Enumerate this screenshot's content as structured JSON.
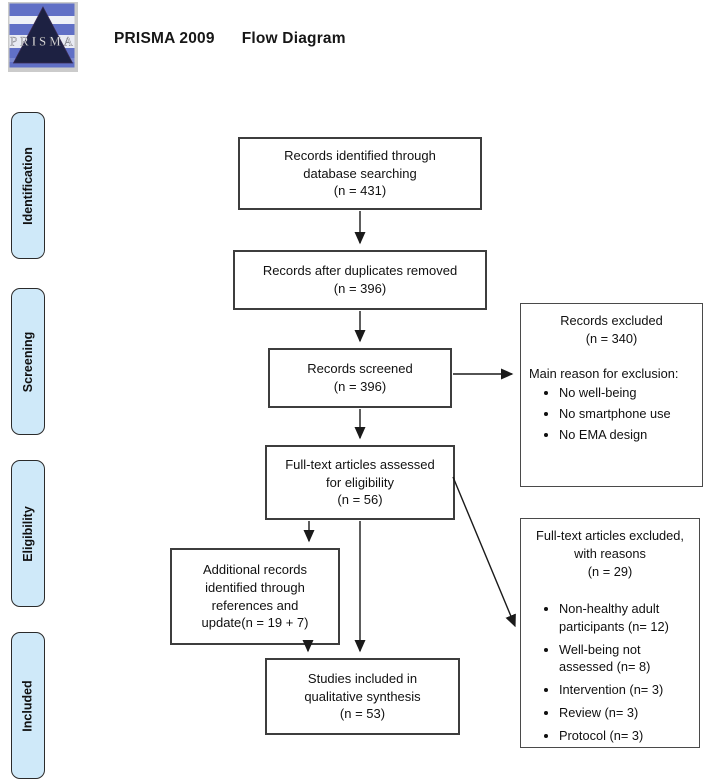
{
  "header": {
    "logo_text": "PRISMA",
    "title_part1": "PRISMA 2009",
    "title_part2": "Flow Diagram"
  },
  "sidebar": {
    "stages": [
      "Identification",
      "Screening",
      "Eligibility",
      "Included"
    ]
  },
  "flow": {
    "records_identified": "Records identified through\ndatabase searching\n(n =  431)",
    "duplicates_removed": "Records after duplicates removed\n(n =  396)",
    "records_screened": "Records screened\n(n = 396)",
    "fulltext_assessed": "Full-text articles assessed\nfor eligibility\n(n =  56)",
    "additional_records": "Additional records\nidentified through\nreferences and\nupdate(n =  19 + 7)",
    "studies_included": "Studies included in\nqualitative synthesis\n(n =  53)"
  },
  "exclusions": {
    "records_excluded": {
      "title": "Records excluded\n(n =  340)",
      "subtitle": "Main reason for exclusion:",
      "bullets": [
        "No well-being",
        "No smartphone use",
        "No EMA design"
      ]
    },
    "fulltext_excluded": {
      "title": "Full-text articles excluded,\nwith reasons\n(n =  29)",
      "bullets": [
        "Non-healthy  adult participants (n= 12)",
        "Well-being not assessed (n= 8)",
        "Intervention (n= 3)",
        "Review (n= 3)",
        "Protocol (n= 3)"
      ]
    }
  },
  "colors": {
    "stage_fill": "#cfe9f9",
    "box_border": "#3d3d3d",
    "logo_blue": "#6170c6",
    "logo_triangle": "#1d2142"
  }
}
